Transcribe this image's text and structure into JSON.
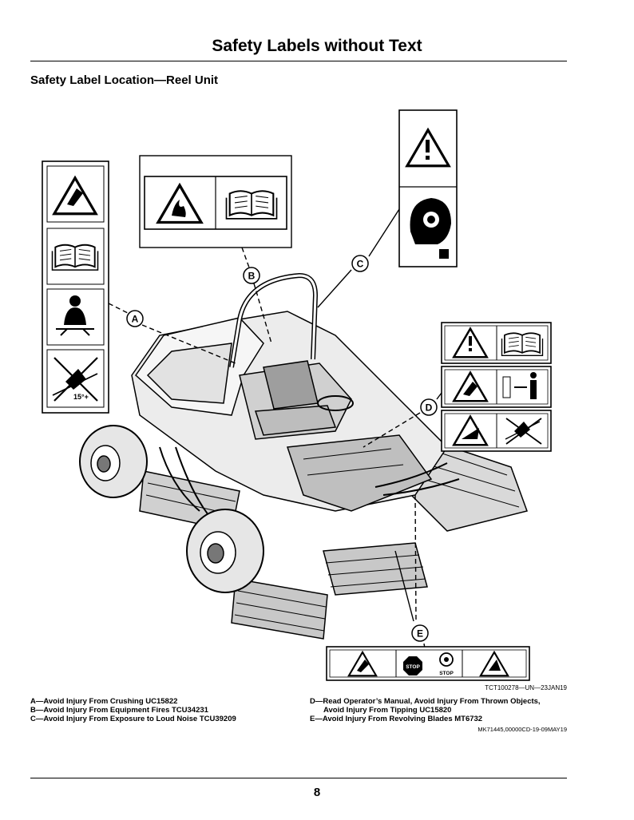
{
  "header": {
    "title": "Safety Labels without Text"
  },
  "section": {
    "title": "Safety Label Location—Reel Unit"
  },
  "callouts": {
    "a": "A",
    "b": "B",
    "c": "C",
    "d": "D",
    "e": "E"
  },
  "labels": {
    "a_angle": "15°+",
    "stop_left": "STOP",
    "stop_right": "STOP"
  },
  "figure": {
    "id": "TCT100278—UN—23JAN19"
  },
  "legend": {
    "a": "A—Avoid Injury From Crushing UC15822",
    "b": "B—Avoid Injury From Equipment Fires TCU34231",
    "c": "C—Avoid Injury From Exposure to Loud Noise TCU39209",
    "d_line1": "D—Read Operator’s Manual, Avoid Injury From Thrown Objects,",
    "d_line2": "Avoid Injury From Tipping UC15820",
    "e": "E—Avoid Injury From Revolving Blades MT6732"
  },
  "document": {
    "id": "MK71445,00000CD-19-09MAY19"
  },
  "footer": {
    "page_number": "8"
  }
}
